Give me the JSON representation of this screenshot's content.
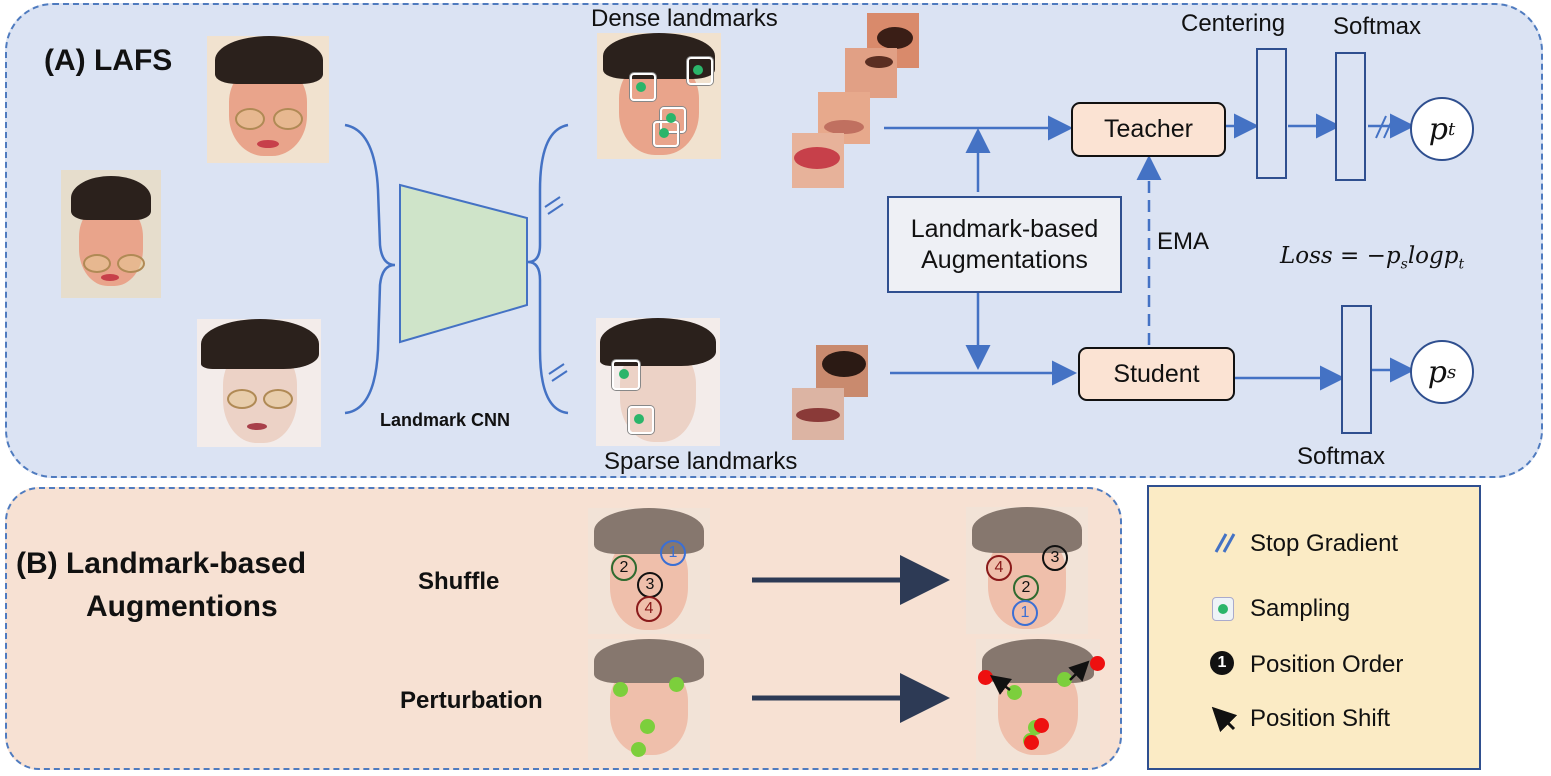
{
  "panel_a": {
    "title": "(A) LAFS",
    "dense_label": "Dense landmarks",
    "sparse_label": "Sparse landmarks",
    "cnn_label": "Landmark CNN",
    "aug_box": {
      "line1": "Landmark-based",
      "line2": "Augmentations"
    },
    "teacher": "Teacher",
    "student": "Student",
    "ema": "EMA",
    "centering": "Centering",
    "softmax_top": "Softmax",
    "softmax_bottom": "Softmax",
    "pt": {
      "base": "p",
      "sub": "t"
    },
    "ps": {
      "base": "p",
      "sub": "s"
    },
    "loss": "Loss = −p",
    "loss_sub1": "s",
    "loss_mid": "logp",
    "loss_sub2": "t"
  },
  "panel_b": {
    "title_line1": "(B) Landmark-based",
    "title_line2": "Augmentions",
    "shuffle": "Shuffle",
    "perturbation": "Perturbation",
    "before_numbers": [
      "1",
      "2",
      "3",
      "4"
    ],
    "after_numbers": [
      "3",
      "4",
      "2",
      "1"
    ]
  },
  "legend": {
    "stop_gradient": "Stop Gradient",
    "sampling": "Sampling",
    "position_order": "Position Order",
    "position_shift": "Position Shift",
    "order_glyph": "1"
  },
  "colors": {
    "panel_a_bg": "#dbe3f3",
    "panel_b_bg": "#f7e1d3",
    "legend_bg": "#fbebc5",
    "line_blue": "#4472c4",
    "node_fill": "#fbe3d3",
    "cnn_fill": "#cfe4c9",
    "arrow_dark": "#2d3a55"
  },
  "icons": {
    "stop_gradient": "double-slash-icon",
    "sampling": "green-dot-icon",
    "position_order": "circled-number-icon",
    "position_shift": "diagonal-arrow-icon"
  }
}
